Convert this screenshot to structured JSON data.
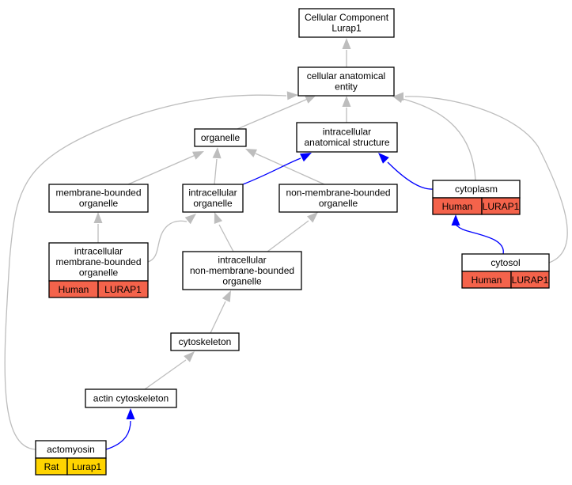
{
  "colors": {
    "is_a_edge": "#bdbdbd",
    "part_of_edge": "#0000ff",
    "human_annotation": "#f4634b",
    "rat_annotation": "#ffd400"
  },
  "graph": {
    "nodes": {
      "root": {
        "lines": [
          "Cellular Component",
          "Lurap1"
        ]
      },
      "cae": {
        "lines": [
          "cellular anatomical",
          "entity"
        ]
      },
      "organelle": {
        "lines": [
          "organelle"
        ]
      },
      "ias": {
        "lines": [
          "intracellular",
          "anatomical structure"
        ]
      },
      "mbo": {
        "lines": [
          "membrane-bounded",
          "organelle"
        ]
      },
      "io": {
        "lines": [
          "intracellular",
          "organelle"
        ]
      },
      "nmbo": {
        "lines": [
          "non-membrane-bounded",
          "organelle"
        ]
      },
      "cytoplasm": {
        "lines": [
          "cytoplasm"
        ],
        "annotations": [
          {
            "species": "Human",
            "gene": "LURAP1"
          }
        ]
      },
      "imbo": {
        "lines": [
          "intracellular",
          "membrane-bounded",
          "organelle"
        ],
        "annotations": [
          {
            "species": "Human",
            "gene": "LURAP1"
          }
        ]
      },
      "inmbo": {
        "lines": [
          "intracellular",
          "non-membrane-bounded",
          "organelle"
        ]
      },
      "cytosol": {
        "lines": [
          "cytosol"
        ],
        "annotations": [
          {
            "species": "Human",
            "gene": "LURAP1"
          }
        ]
      },
      "cytoskeleton": {
        "lines": [
          "cytoskeleton"
        ]
      },
      "actin": {
        "lines": [
          "actin cytoskeleton"
        ]
      },
      "actomyosin": {
        "lines": [
          "actomyosin"
        ],
        "annotations": [
          {
            "species": "Rat",
            "gene": "Lurap1"
          }
        ]
      }
    },
    "edges": [
      {
        "from": "cae",
        "to": "root",
        "type": "is_a"
      },
      {
        "from": "organelle",
        "to": "cae",
        "type": "is_a"
      },
      {
        "from": "ias",
        "to": "cae",
        "type": "is_a"
      },
      {
        "from": "cytoplasm",
        "to": "cae",
        "type": "is_a"
      },
      {
        "from": "cytosol",
        "to": "cae",
        "type": "is_a"
      },
      {
        "from": "actomyosin",
        "to": "cae",
        "type": "is_a"
      },
      {
        "from": "mbo",
        "to": "organelle",
        "type": "is_a"
      },
      {
        "from": "io",
        "to": "organelle",
        "type": "is_a"
      },
      {
        "from": "nmbo",
        "to": "organelle",
        "type": "is_a"
      },
      {
        "from": "io",
        "to": "ias",
        "type": "part_of"
      },
      {
        "from": "cytoplasm",
        "to": "ias",
        "type": "part_of"
      },
      {
        "from": "imbo",
        "to": "mbo",
        "type": "is_a"
      },
      {
        "from": "imbo",
        "to": "io",
        "type": "is_a"
      },
      {
        "from": "inmbo",
        "to": "io",
        "type": "is_a"
      },
      {
        "from": "inmbo",
        "to": "nmbo",
        "type": "is_a"
      },
      {
        "from": "cytosol",
        "to": "cytoplasm",
        "type": "part_of"
      },
      {
        "from": "cytoskeleton",
        "to": "inmbo",
        "type": "is_a"
      },
      {
        "from": "actin",
        "to": "cytoskeleton",
        "type": "is_a"
      },
      {
        "from": "actomyosin",
        "to": "actin",
        "type": "part_of"
      }
    ]
  }
}
